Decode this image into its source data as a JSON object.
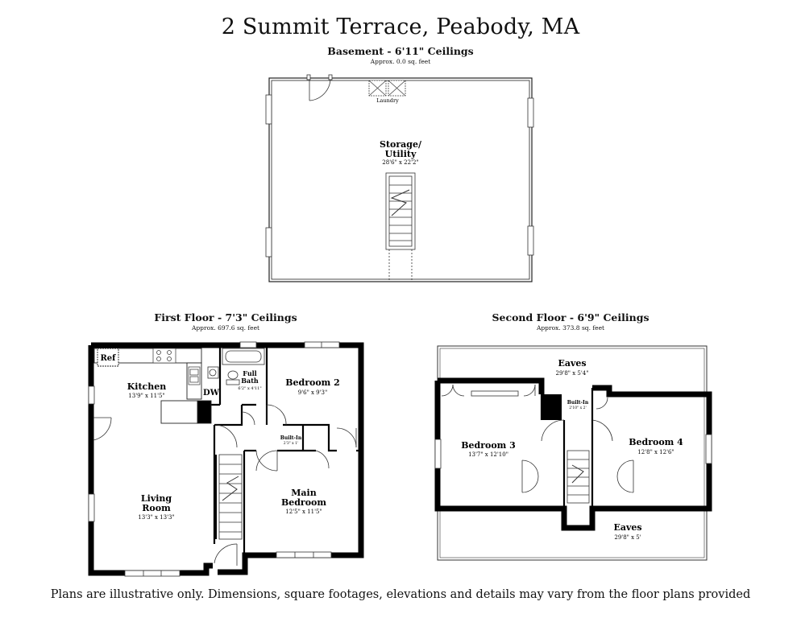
{
  "title": "2 Summit Terrace, Peabody, MA",
  "basement": {
    "heading": "Basement - 6'11\" Ceilings",
    "area": "Approx. 0.0 sq. feet",
    "laundry": "Laundry",
    "storage_name": "Storage/",
    "storage_name_2": "Utility",
    "storage_dims": "28'6\" x 22'2\""
  },
  "first_floor": {
    "heading": "First Floor - 7'3\" Ceilings",
    "area": "Approx. 697.6 sq. feet",
    "ref": "Ref",
    "dw": "DW",
    "kitchen_name": "Kitchen",
    "kitchen_dims": "13'9\" x 11'5\"",
    "bath_name": "Full",
    "bath_name_2": "Bath",
    "bath_dims": "6'2\" x 4'11\"",
    "bedroom2_name": "Bedroom 2",
    "bedroom2_dims": "9'6\" x 9'3\"",
    "builtin_name": "Built-In",
    "builtin_dims": "2'3\" x 1'",
    "living_name": "Living",
    "living_name_2": "Room",
    "living_dims": "13'3\" x 13'3\"",
    "main_name": "Main",
    "main_name_2": "Bedroom",
    "main_dims": "12'5\" x 11'5\""
  },
  "second_floor": {
    "heading": "Second Floor - 6'9\" Ceilings",
    "area": "Approx. 373.8 sq. feet",
    "eaves_top_name": "Eaves",
    "eaves_top_dims": "29'8\" x 5'4\"",
    "builtin_name": "Built-In",
    "builtin_dims": "2'10\" x 2'",
    "bedroom3_name": "Bedroom 3",
    "bedroom3_dims": "13'7\" x 12'10\"",
    "bedroom4_name": "Bedroom 4",
    "bedroom4_dims": "12'8\" x 12'6\"",
    "eaves_bottom_name": "Eaves",
    "eaves_bottom_dims": "29'8\" x 5'"
  },
  "disclaimer": "Plans are illustrative only. Dimensions, square footages, elevations and details may vary from the floor plans provided"
}
